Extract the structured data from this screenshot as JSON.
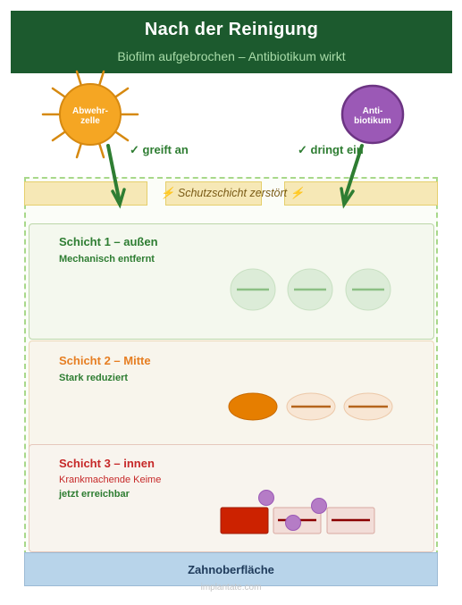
{
  "header": {
    "title": "Nach der Reinigung",
    "subtitle": "Biofilm aufgebrochen – Antibiotikum wirkt"
  },
  "agents": {
    "immune_cell": {
      "label_line1": "Abwehr-",
      "label_line2": "zelle",
      "status": "✓ greift an",
      "color": "#f5a623",
      "ray_color": "#d68910"
    },
    "antibiotic": {
      "label_line1": "Anti-",
      "label_line2": "biotikum",
      "status": "✓ dringt ein",
      "color": "#9b59b6",
      "border_color": "#6c3483"
    }
  },
  "shield": {
    "text": "⚡ Schutzschicht zerstört ⚡"
  },
  "layers": [
    {
      "title": "Schicht 1 – außen",
      "subtitle": "Mechanisch entfernt",
      "title_color": "#2e7d32",
      "subtitle_color": "#2e7d32"
    },
    {
      "title": "Schicht 2 – Mitte",
      "subtitle": "Stark reduziert",
      "title_color": "#e67e22",
      "subtitle_color": "#2e7d32"
    },
    {
      "title": "Schicht 3 – innen",
      "subtitle": "Krankmachende Keime",
      "subtitle2": "jetzt erreichbar",
      "title_color": "#c62828",
      "subtitle_color": "#c62828",
      "subtitle2_color": "#2e7d32"
    }
  ],
  "surface": {
    "label": "Zahnoberfläche"
  },
  "watermark": "implantate.com",
  "colors": {
    "arrow": "#2e7d32",
    "header_bg": "#1c5a2e"
  }
}
